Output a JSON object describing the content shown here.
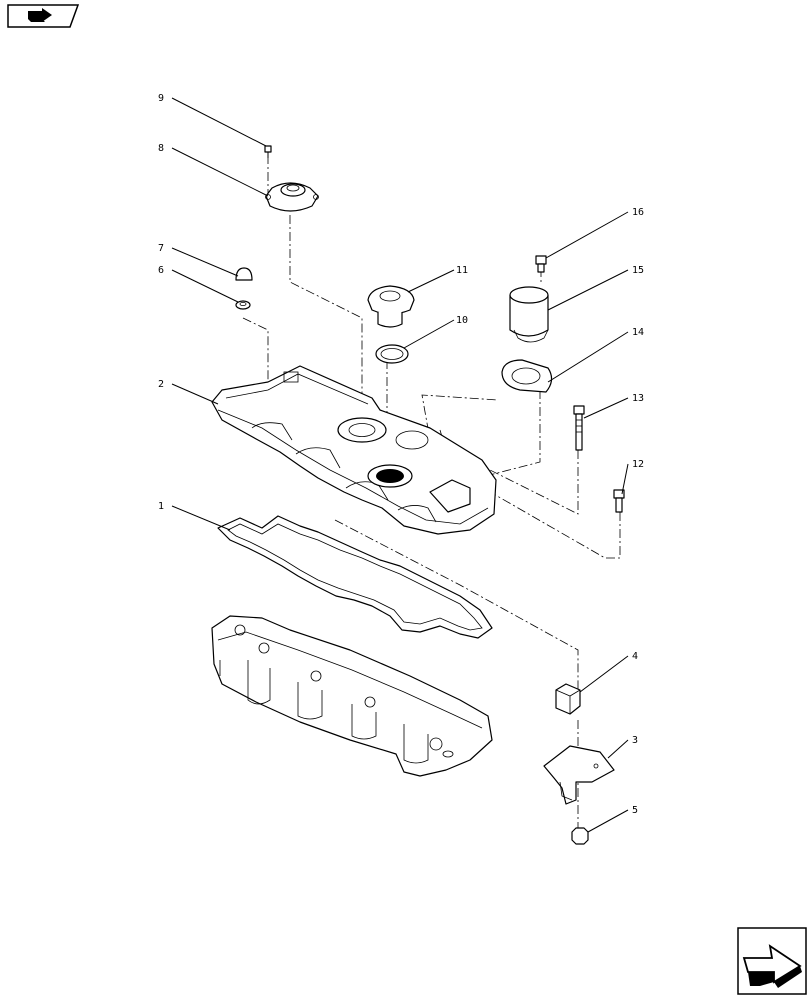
{
  "nav": {
    "top_button_icon": "page-back-arrow-icon",
    "bottom_button_icon": "next-page-arrow-icon"
  },
  "callouts": [
    {
      "num": "1"
    },
    {
      "num": "2"
    },
    {
      "num": "3"
    },
    {
      "num": "4"
    },
    {
      "num": "5"
    },
    {
      "num": "6"
    },
    {
      "num": "7"
    },
    {
      "num": "8"
    },
    {
      "num": "9"
    },
    {
      "num": "10"
    },
    {
      "num": "11"
    },
    {
      "num": "12"
    },
    {
      "num": "13"
    },
    {
      "num": "14"
    },
    {
      "num": "15"
    },
    {
      "num": "16"
    }
  ]
}
